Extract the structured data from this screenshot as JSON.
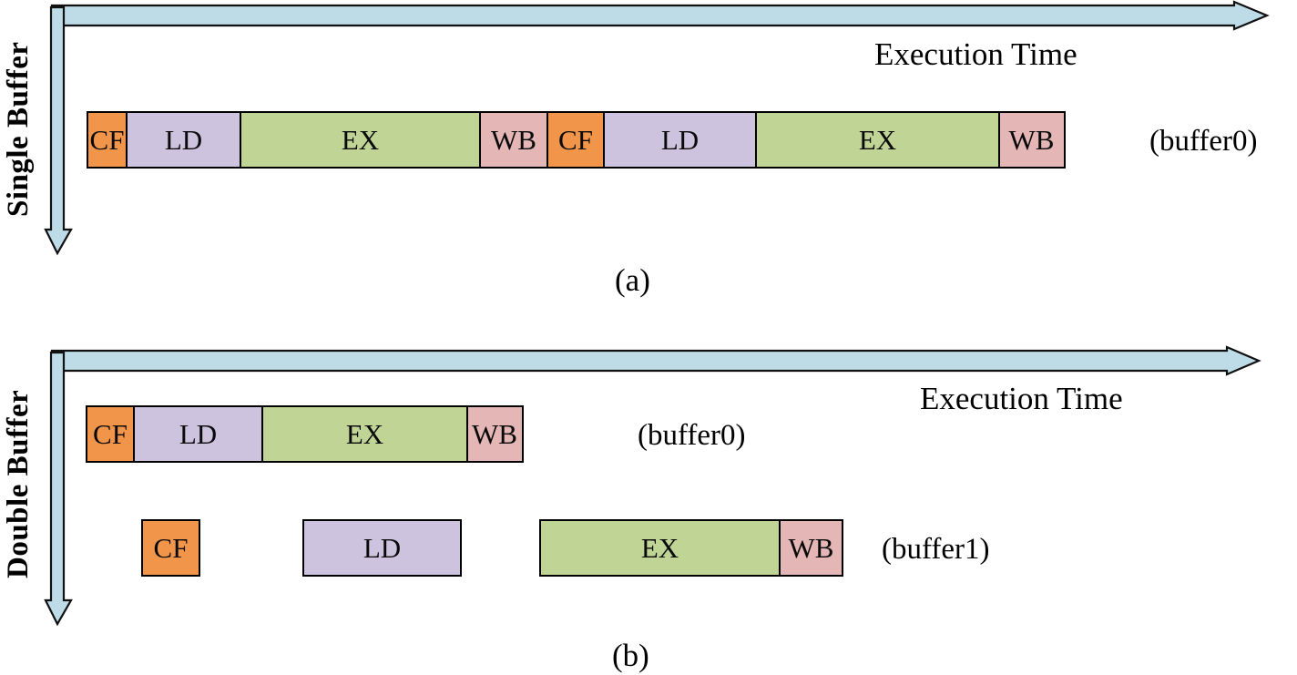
{
  "figure": {
    "type": "timeline-diagram",
    "description": "Pipeline execution timelines comparing single buffer and double buffer schemes",
    "colors": {
      "cf": "#F0954A",
      "ld": "#CEC3DF",
      "ex": "#C0D496",
      "wb": "#E4B6B6",
      "arrow": "#BDDCE8",
      "outline": "#000000"
    }
  },
  "panels": [
    {
      "id": "a",
      "subfig_label": "(a)",
      "axis_caption": "Single Buffer",
      "time_axis_label": "Execution Time",
      "rows": [
        {
          "buffer_label": "(buffer0)",
          "segments": [
            {
              "stage": "CF",
              "kind": "cf"
            },
            {
              "stage": "LD",
              "kind": "ld"
            },
            {
              "stage": "EX",
              "kind": "ex"
            },
            {
              "stage": "WB",
              "kind": "wb"
            },
            {
              "stage": "CF",
              "kind": "cf"
            },
            {
              "stage": "LD",
              "kind": "ld"
            },
            {
              "stage": "EX",
              "kind": "ex"
            },
            {
              "stage": "WB",
              "kind": "wb"
            }
          ]
        }
      ]
    },
    {
      "id": "b",
      "subfig_label": "(b)",
      "axis_caption": "Double Buffer",
      "time_axis_label": "Execution Time",
      "rows": [
        {
          "buffer_label": "(buffer0)",
          "segments": [
            {
              "stage": "CF",
              "kind": "cf"
            },
            {
              "stage": "LD",
              "kind": "ld"
            },
            {
              "stage": "EX",
              "kind": "ex"
            },
            {
              "stage": "WB",
              "kind": "wb"
            }
          ]
        },
        {
          "buffer_label": "(buffer1)",
          "segments": [
            {
              "stage": "CF",
              "kind": "cf"
            },
            {
              "stage": "LD",
              "kind": "ld"
            },
            {
              "stage": "EX",
              "kind": "ex"
            },
            {
              "stage": "WB",
              "kind": "wb"
            }
          ]
        }
      ]
    }
  ],
  "panel_a": {
    "caption": "Single Buffer",
    "exec_time": "Execution Time",
    "buffer0": "(buffer0)",
    "subfig": "(a)",
    "seg0": "CF",
    "seg1": "LD",
    "seg2": "EX",
    "seg3": "WB",
    "seg4": "CF",
    "seg5": "LD",
    "seg6": "EX",
    "seg7": "WB"
  },
  "panel_b": {
    "caption": "Double Buffer",
    "exec_time": "Execution Time",
    "buffer0": "(buffer0)",
    "buffer1": "(buffer1)",
    "subfig": "(b)",
    "row0_seg0": "CF",
    "row0_seg1": "LD",
    "row0_seg2": "EX",
    "row0_seg3": "WB",
    "row1_seg0": "CF",
    "row1_seg1": "LD",
    "row1_seg2": "EX",
    "row1_seg3": "WB"
  }
}
